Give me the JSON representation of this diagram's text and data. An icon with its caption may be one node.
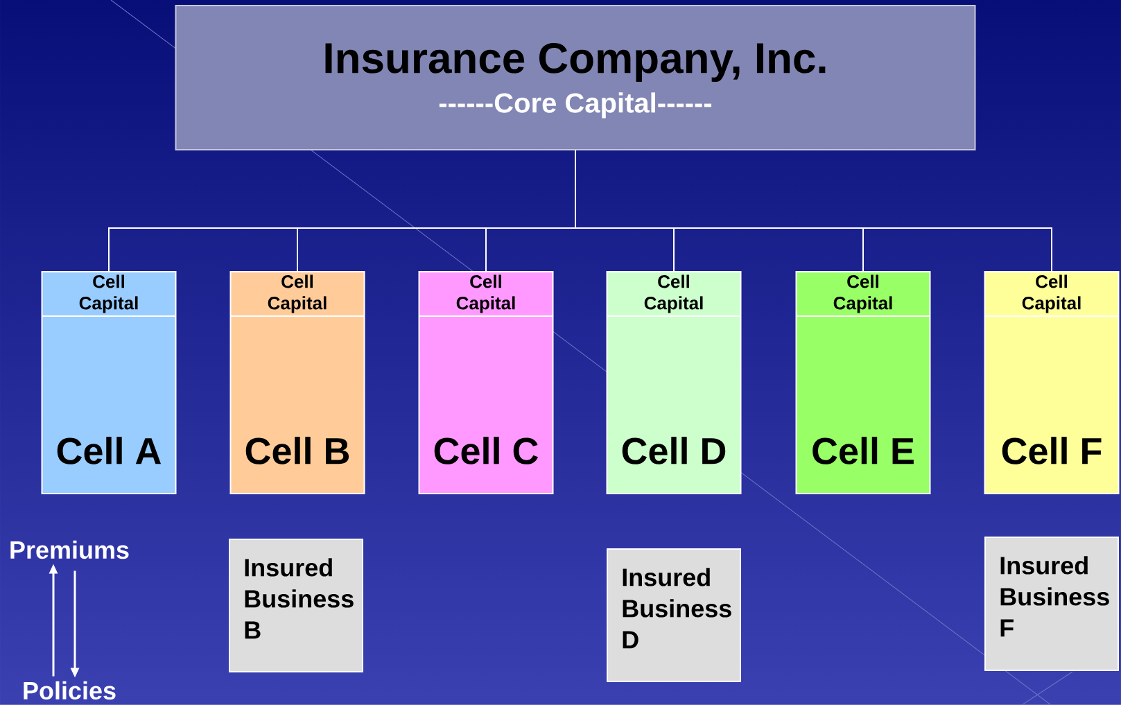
{
  "diagram": {
    "nodes": [
      {
        "text": [
          "Insurance Company, Inc.",
          "------Core Capital------"
        ]
      },
      {
        "text": [
          "Cell Capital",
          "Cell A"
        ]
      },
      {
        "text": [
          "Cell Capital",
          "Cell B"
        ]
      },
      {
        "text": [
          "Cell Capital",
          "Cell C"
        ]
      },
      {
        "text": [
          "Cell Capital",
          "Cell D"
        ]
      },
      {
        "text": [
          "Cell Capital",
          "Cell E"
        ]
      },
      {
        "text": [
          "Cell Capital",
          "Cell F"
        ]
      },
      {
        "text": [
          "Insured Business B"
        ]
      },
      {
        "text": [
          "Insured Business D"
        ]
      },
      {
        "text": [
          "Insured Business F"
        ]
      },
      {
        "text": [
          "Premiums"
        ]
      },
      {
        "text": [
          "Policies"
        ]
      }
    ],
    "edges": [
      {
        "from": 0,
        "to": 1,
        "arrow": "none"
      },
      {
        "from": 0,
        "to": 2,
        "arrow": "none"
      },
      {
        "from": 0,
        "to": 3,
        "arrow": "none"
      },
      {
        "from": 0,
        "to": 4,
        "arrow": "none"
      },
      {
        "from": 0,
        "to": 5,
        "arrow": "none"
      },
      {
        "from": 0,
        "to": 6,
        "arrow": "none"
      },
      {
        "from": 11,
        "to": 10,
        "arrow": "to"
      },
      {
        "from": 10,
        "to": 11,
        "arrow": "to"
      }
    ]
  }
}
